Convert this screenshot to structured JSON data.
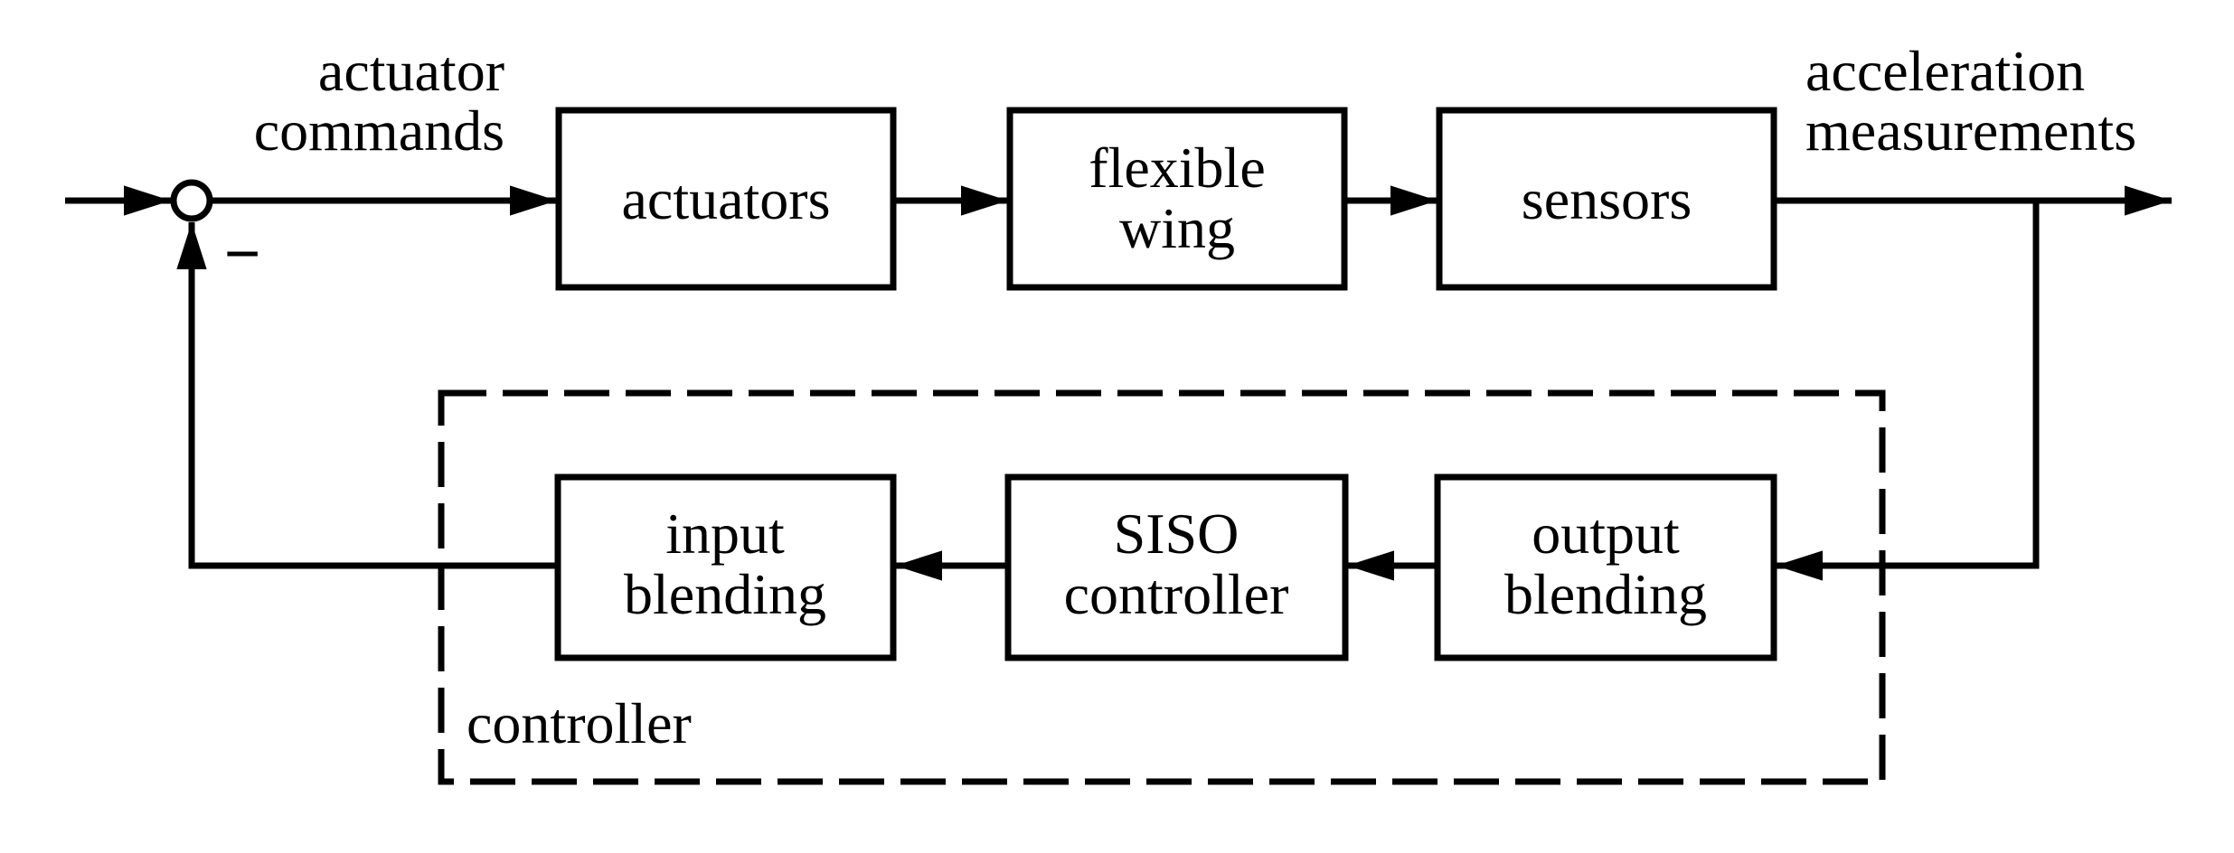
{
  "diagram": {
    "title_semantic": "feedback control loop block diagram",
    "colors": {
      "background": "#ffffff",
      "stroke": "#000000",
      "text": "#000000"
    },
    "signals": {
      "actuator_commands": {
        "line1": "actuator",
        "line2": "commands"
      },
      "acceleration_measurements": {
        "line1": "acceleration",
        "line2": "measurements"
      },
      "feedback_sign": "−"
    },
    "blocks": {
      "actuators": {
        "line1": "actuators"
      },
      "flexible_wing": {
        "line1": "flexible",
        "line2": "wing"
      },
      "sensors": {
        "line1": "sensors"
      },
      "output_blending": {
        "line1": "output",
        "line2": "blending"
      },
      "siso_controller": {
        "line1": "SISO",
        "line2": "controller"
      },
      "input_blending": {
        "line1": "input",
        "line2": "blending"
      }
    },
    "groups": {
      "controller": {
        "label": "controller"
      }
    }
  }
}
